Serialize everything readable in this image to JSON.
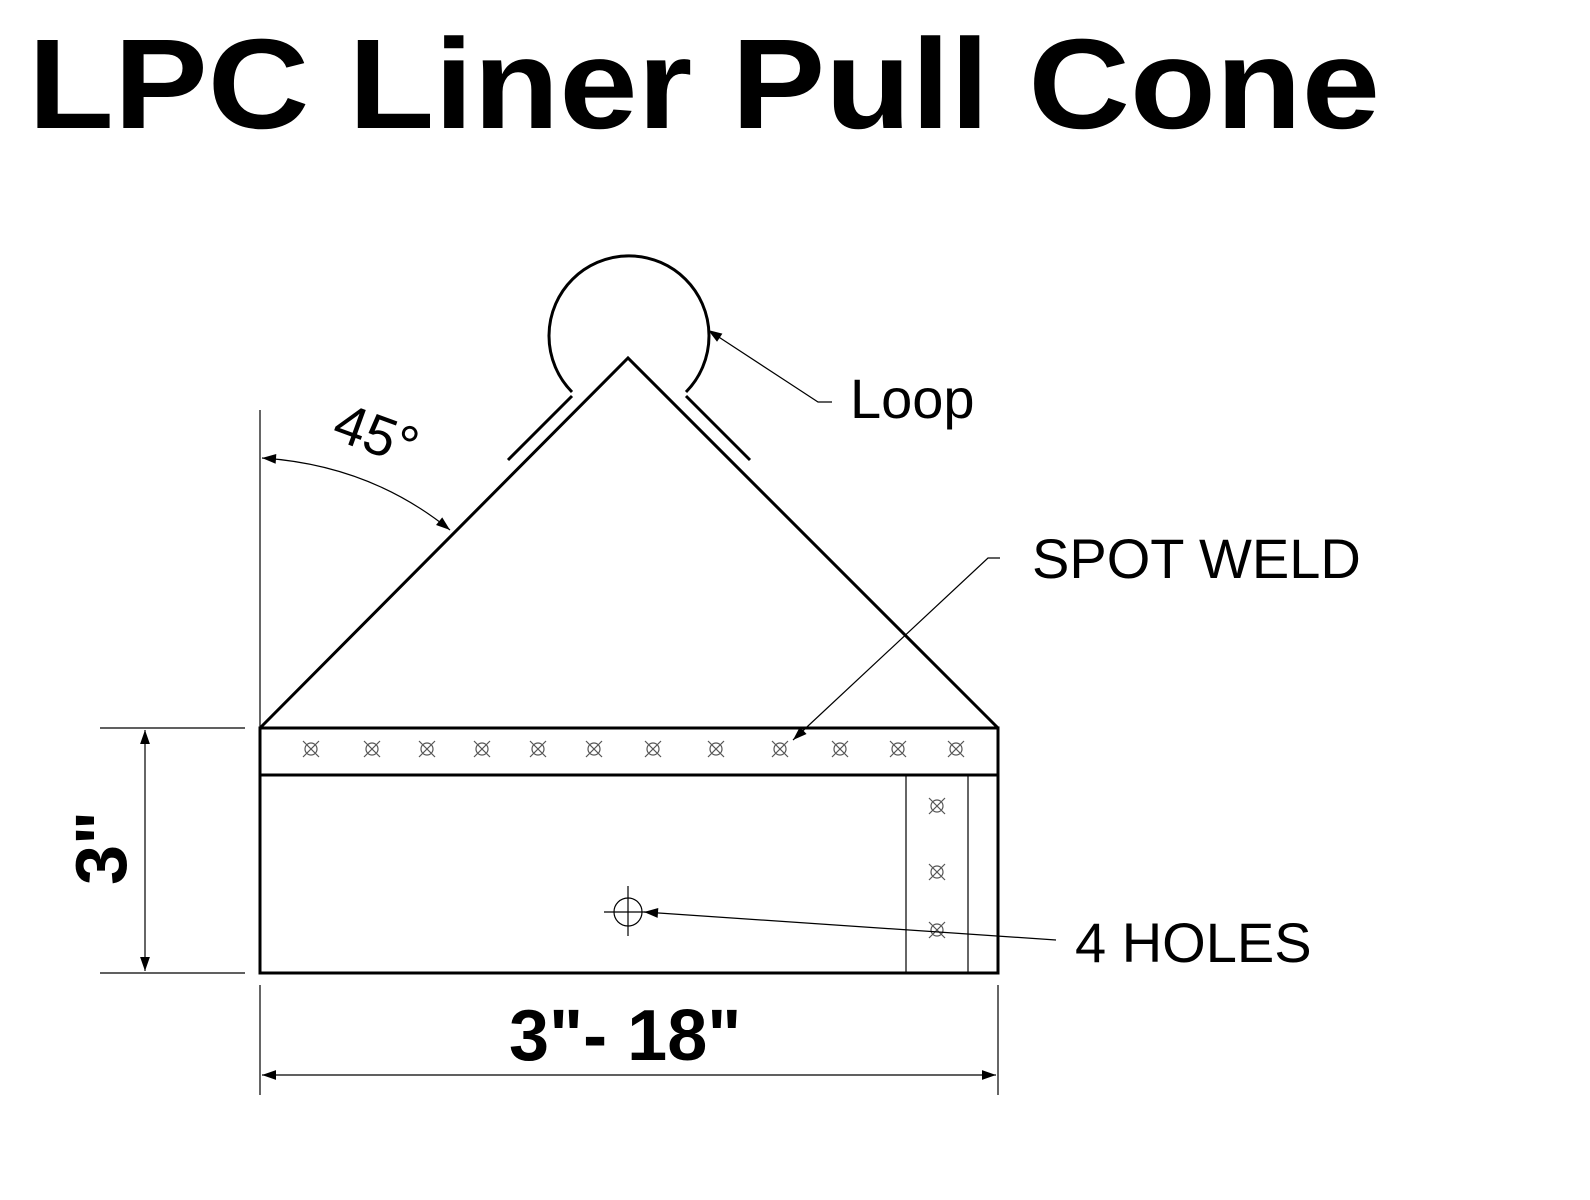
{
  "title": "LPC  Liner Pull Cone",
  "labels": {
    "angle": "45°",
    "loop": "Loop",
    "spot_weld": "SPOT WELD",
    "holes": "4 HOLES",
    "height_dim": "3\"",
    "width_dim": "3\"- 18\""
  },
  "colors": {
    "line": "#000000",
    "background": "#ffffff"
  }
}
